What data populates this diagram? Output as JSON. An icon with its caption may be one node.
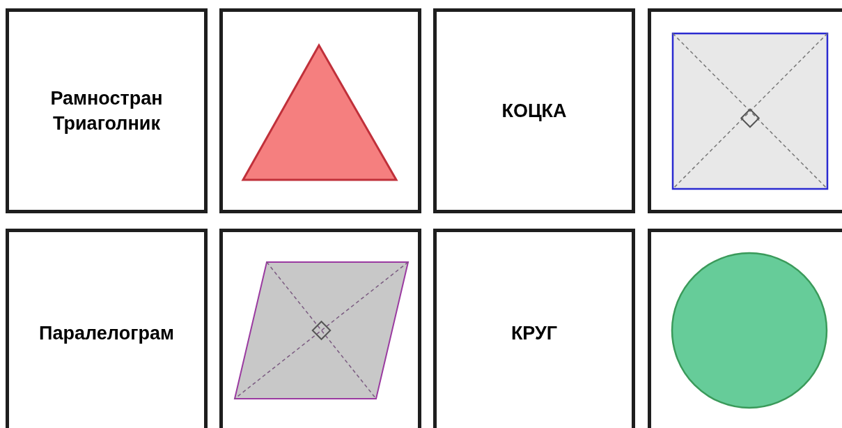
{
  "diagram": {
    "nodes": [
      {
        "text": [
          "Рамностран Триаголник"
        ]
      },
      {
        "text": [],
        "shape": "picture"
      },
      {
        "text": [
          "КОЦКА"
        ]
      },
      {
        "text": [],
        "shape": "picture"
      },
      {
        "text": [
          "Паралелограм"
        ]
      },
      {
        "text": [],
        "shape": "picture"
      },
      {
        "text": [
          "КРУГ"
        ]
      },
      {
        "text": [],
        "shape": "picture"
      }
    ]
  }
}
